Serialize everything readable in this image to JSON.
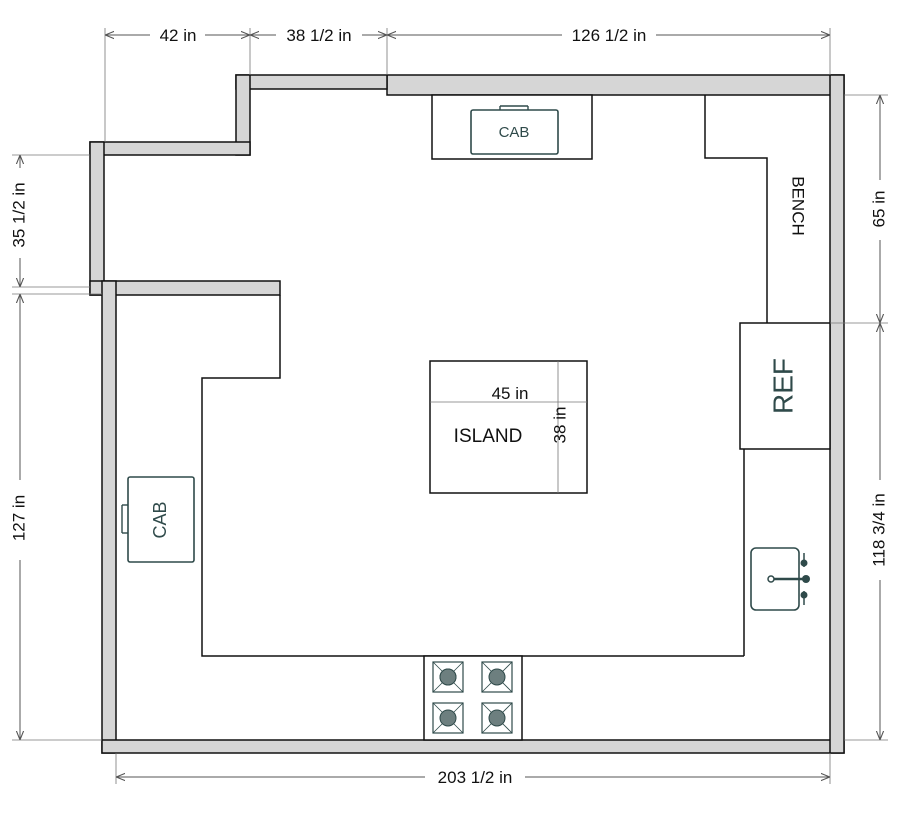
{
  "dimensions": {
    "top_left": "42 in",
    "top_mid": "38 1/2 in",
    "top_right": "126 1/2 in",
    "left_upper": "35 1/2 in",
    "left_lower": "127 in",
    "right_upper": "65 in",
    "right_lower": "118 3/4 in",
    "bottom": "203 1/2 in",
    "island_width": "45 in",
    "island_depth": "38 in"
  },
  "labels": {
    "island": "ISLAND",
    "bench": "BENCH",
    "refrigerator": "REF",
    "cabinet_top": "CAB",
    "cabinet_left": "CAB"
  },
  "fixtures": {
    "cooktop_burners": 4,
    "sink": 1
  },
  "colors": {
    "wall_fill": "#d6d6d6",
    "line": "#111111",
    "fixture_stroke": "#2f4a4a"
  }
}
